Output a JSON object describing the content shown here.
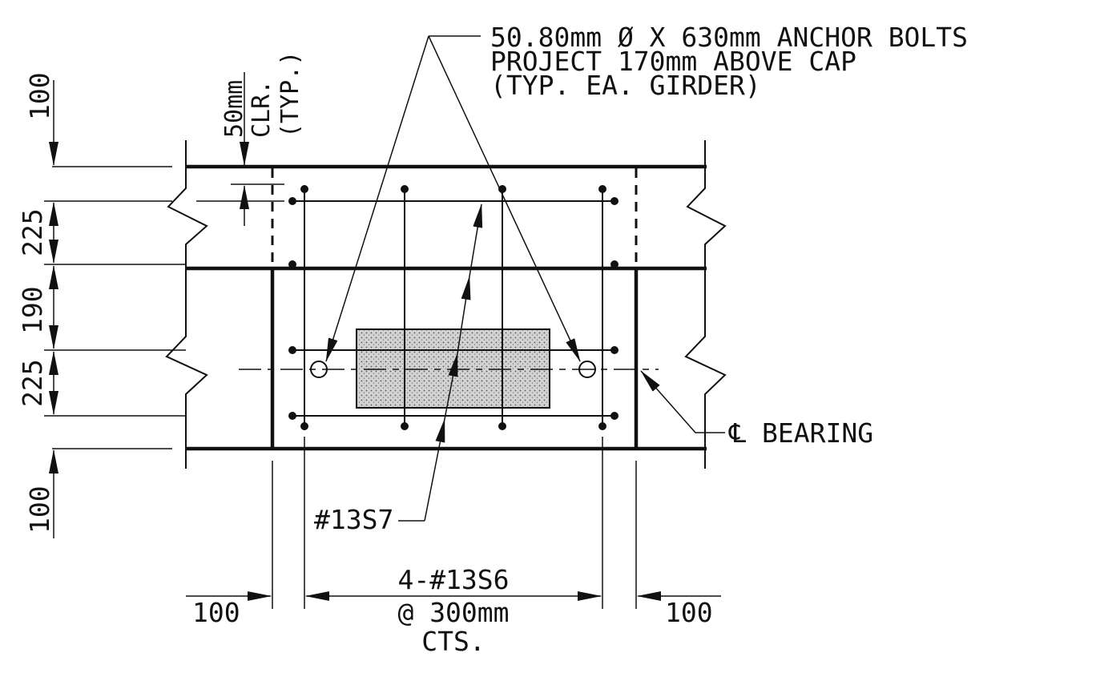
{
  "anchor_note": {
    "line1": "50.80mm  Ø X 630mm  ANCHOR BOLTS",
    "line2": "PROJECT 170mm  ABOVE CAP",
    "line3": "(TYP. EA. GIRDER)"
  },
  "clearance_note": {
    "line1": "50mm",
    "line2": "CLR.",
    "line3": "(TYP.)"
  },
  "vertical_dims": {
    "top": "100",
    "upper": "225",
    "middle": "190",
    "lower": "225",
    "bottom": "100"
  },
  "bearing_label": "℄ BEARING",
  "bar_label_s7": "#13S7",
  "bar_note_s6": {
    "line1": "4-#13S6",
    "line2": "@ 300mm",
    "line3": "CTS."
  },
  "horizontal_dims": {
    "left": "100",
    "right": "100"
  },
  "colors": {
    "ink": "#111111",
    "bearing_pad_fill": "#c8c8c8"
  }
}
